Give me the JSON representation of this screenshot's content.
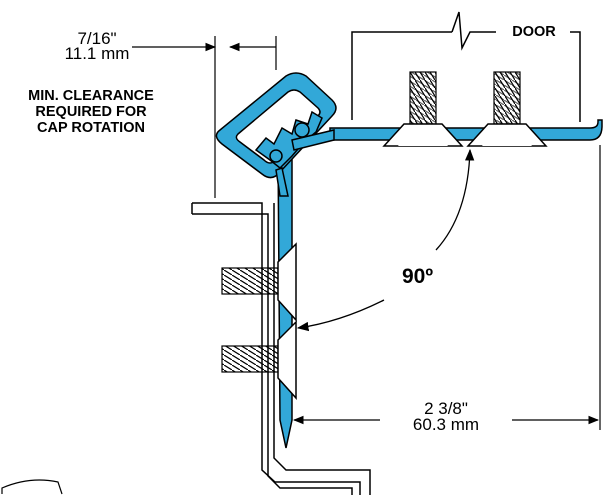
{
  "labels": {
    "clearance_frac": "7/16\"",
    "clearance_mm": "11.1 mm",
    "clearance_note": [
      "MIN. CLEARANCE",
      "REQUIRED FOR",
      "CAP ROTATION"
    ],
    "door": "DOOR",
    "angle": "90º",
    "depth_frac": "2 3/8\"",
    "depth_mm": "60.3 mm"
  },
  "colors": {
    "profile": "#32a8d8",
    "outline": "#000000",
    "screw_fill": "#ffffff",
    "background": "#ffffff"
  },
  "icons": {
    "door_break": "break-line-icon",
    "screw": "screw-icon",
    "angle_arrow": "arc-arrow-icon"
  }
}
